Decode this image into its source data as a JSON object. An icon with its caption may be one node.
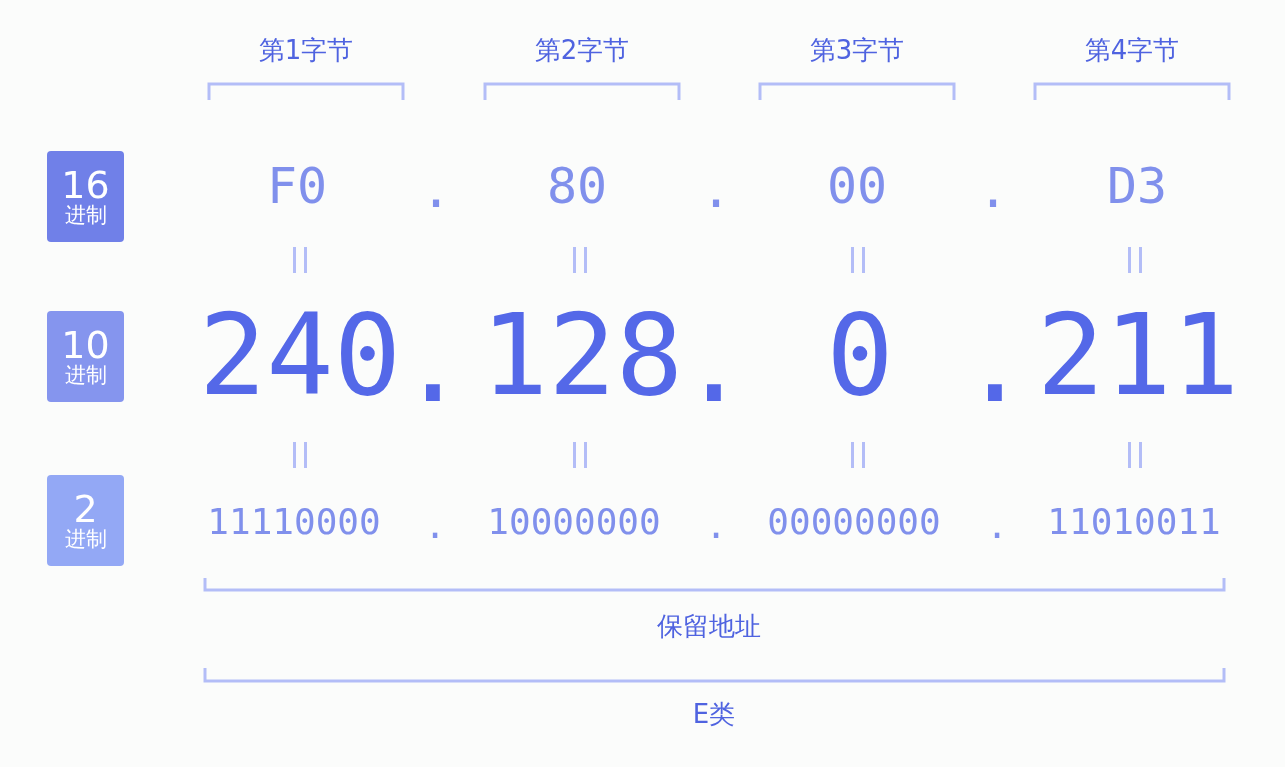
{
  "diagram": {
    "nodes": [
      {
        "text": [
          "16",
          "进制"
        ]
      },
      {
        "text": [
          "10",
          "进制"
        ]
      },
      {
        "text": [
          "2",
          "进制"
        ]
      }
    ],
    "labels": [
      "第1字节",
      "第2字节",
      "第3字节",
      "第4字节",
      "F0",
      ".",
      "80",
      ".",
      "00",
      ".",
      "D3",
      "240",
      ".",
      "128",
      ".",
      "0",
      ".",
      "211",
      "11110000",
      ".",
      "10000000",
      ".",
      "00000000",
      ".",
      "11010011",
      "保留地址",
      "E类"
    ]
  }
}
